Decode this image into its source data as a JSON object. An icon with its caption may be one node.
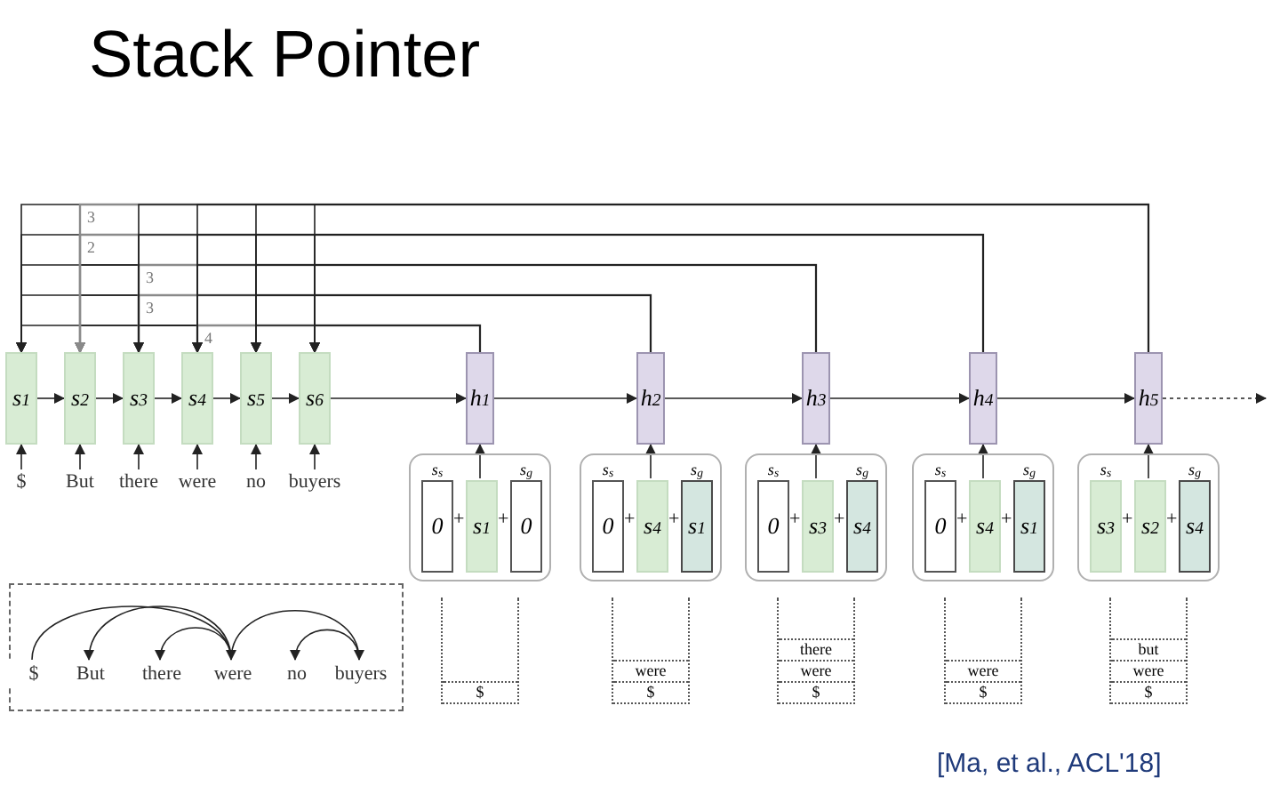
{
  "diagram": {
    "title": "Stack Pointer",
    "nodes": [
      {
        "text": [
          "s$_{1}$"
        ]
      },
      {
        "text": [
          "s$_{2}$"
        ]
      },
      {
        "text": [
          "s$_{3}$"
        ]
      },
      {
        "text": [
          "s$_{4}$"
        ]
      },
      {
        "text": [
          "s$_{5}$"
        ]
      },
      {
        "text": [
          "s$_{6}$"
        ]
      },
      {
        "text": [
          "$"
        ]
      },
      {
        "text": [
          "But"
        ]
      },
      {
        "text": [
          "there"
        ]
      },
      {
        "text": [
          "were"
        ]
      },
      {
        "text": [
          "no"
        ]
      },
      {
        "text": [
          "buyers"
        ]
      },
      {
        "text": [
          "h$_{1}$"
        ]
      },
      {
        "text": [
          "h$_{2}$"
        ]
      },
      {
        "text": [
          "h$_{3}$"
        ]
      },
      {
        "text": [
          "h$_{4}$"
        ]
      },
      {
        "text": [
          "h$_{5}$"
        ]
      },
      {
        "text": [],
        "shape": "box"
      },
      {
        "text": [],
        "shape": "box"
      },
      {
        "text": [],
        "shape": "box"
      },
      {
        "text": [],
        "shape": "box"
      },
      {
        "text": [],
        "shape": "box"
      },
      {
        "text": [
          "s$_{s}$",
          "0"
        ],
        "in": 17
      },
      {
        "text": [
          "s$_{1}$"
        ],
        "in": 17
      },
      {
        "text": [
          "s$_{g}$",
          "0"
        ],
        "in": 17
      },
      {
        "text": [
          "s$_{s}$",
          "0"
        ],
        "in": 18
      },
      {
        "text": [
          "s$_{4}$"
        ],
        "in": 18
      },
      {
        "text": [
          "s$_{g}$",
          "s$_{1}$"
        ],
        "in": 18
      },
      {
        "text": [
          "s$_{s}$",
          "0"
        ],
        "in": 19
      },
      {
        "text": [
          "s$_{3}$"
        ],
        "in": 19
      },
      {
        "text": [
          "s$_{g}$",
          "s$_{4}$"
        ],
        "in": 19
      },
      {
        "text": [
          "s$_{s}$",
          "0"
        ],
        "in": 20
      },
      {
        "text": [
          "s$_{4}$"
        ],
        "in": 20
      },
      {
        "text": [
          "s$_{g}$",
          "s$_{1}$"
        ],
        "in": 20
      },
      {
        "text": [
          "s$_{s}$",
          "s$_{3}$"
        ],
        "in": 21
      },
      {
        "text": [
          "s$_{2}$"
        ],
        "in": 21
      },
      {
        "text": [
          "s$_{g}$",
          "s$_{4}$"
        ],
        "in": 21
      },
      {
        "text": [
          "$"
        ]
      },
      {
        "text": [
          "were",
          "$"
        ]
      },
      {
        "text": [
          "there",
          "were",
          "$"
        ]
      },
      {
        "text": [
          "were",
          "$"
        ]
      },
      {
        "text": [
          "but",
          "were",
          "$"
        ]
      },
      {
        "text": [],
        "shape": "box"
      },
      {
        "text": [
          "$"
        ],
        "in": 42
      },
      {
        "text": [
          "But"
        ],
        "in": 42
      },
      {
        "text": [
          "there"
        ],
        "in": 42
      },
      {
        "text": [
          "were"
        ],
        "in": 42
      },
      {
        "text": [
          "no"
        ],
        "in": 42
      },
      {
        "text": [
          "buyers"
        ],
        "in": 42
      }
    ],
    "edges": [
      {
        "from": 6,
        "to": 0,
        "arrow": "to"
      },
      {
        "from": 7,
        "to": 1,
        "arrow": "to"
      },
      {
        "from": 8,
        "to": 2,
        "arrow": "to"
      },
      {
        "from": 9,
        "to": 3,
        "arrow": "to"
      },
      {
        "from": 10,
        "to": 4,
        "arrow": "to"
      },
      {
        "from": 11,
        "to": 5,
        "arrow": "to"
      },
      {
        "from": 0,
        "to": 1,
        "arrow": "to"
      },
      {
        "from": 1,
        "to": 2,
        "arrow": "to"
      },
      {
        "from": 2,
        "to": 3,
        "arrow": "to"
      },
      {
        "from": 3,
        "to": 4,
        "arrow": "to"
      },
      {
        "from": 4,
        "to": 5,
        "arrow": "to"
      },
      {
        "from": 5,
        "to": 12,
        "arrow": "to"
      },
      {
        "from": 12,
        "to": 13,
        "arrow": "to"
      },
      {
        "from": 13,
        "to": 14,
        "arrow": "to"
      },
      {
        "from": 14,
        "to": 15,
        "arrow": "to"
      },
      {
        "from": 15,
        "to": 16,
        "arrow": "to"
      },
      {
        "from": 16,
        "to": null,
        "arrow": "to",
        "style": "dashed"
      },
      {
        "from": 23,
        "to": 12,
        "arrow": "to"
      },
      {
        "from": 26,
        "to": 13,
        "arrow": "to"
      },
      {
        "from": 29,
        "to": 14,
        "arrow": "to"
      },
      {
        "from": 32,
        "to": 15,
        "arrow": "to"
      },
      {
        "from": 35,
        "to": 16,
        "arrow": "to"
      },
      {
        "from": 12,
        "to": 0,
        "arrow": "to"
      },
      {
        "from": 12,
        "to": 1,
        "arrow": "to"
      },
      {
        "from": 12,
        "to": 2,
        "arrow": "to"
      },
      {
        "from": 12,
        "to": 3,
        "arrow": "to",
        "label": "4",
        "color": "#8a8a8a"
      },
      {
        "from": 12,
        "to": 4,
        "arrow": "to"
      },
      {
        "from": 12,
        "to": 5,
        "arrow": "to"
      },
      {
        "from": 13,
        "to": 0,
        "arrow": "to"
      },
      {
        "from": 13,
        "to": 1,
        "arrow": "to"
      },
      {
        "from": 13,
        "to": 2,
        "arrow": "to",
        "label": "3",
        "color": "#8a8a8a"
      },
      {
        "from": 13,
        "to": 3,
        "arrow": "to"
      },
      {
        "from": 13,
        "to": 4,
        "arrow": "to"
      },
      {
        "from": 13,
        "to": 5,
        "arrow": "to"
      },
      {
        "from": 14,
        "to": 0,
        "arrow": "to"
      },
      {
        "from": 14,
        "to": 1,
        "arrow": "to"
      },
      {
        "from": 14,
        "to": 2,
        "arrow": "to",
        "label": "3",
        "color": "#8a8a8a"
      },
      {
        "from": 14,
        "to": 3,
        "arrow": "to"
      },
      {
        "from": 14,
        "to": 4,
        "arrow": "to"
      },
      {
        "from": 14,
        "to": 5,
        "arrow": "to"
      },
      {
        "from": 15,
        "to": 0,
        "arrow": "to"
      },
      {
        "from": 15,
        "to": 1,
        "arrow": "to",
        "label": "2",
        "color": "#8a8a8a"
      },
      {
        "from": 15,
        "to": 2,
        "arrow": "to"
      },
      {
        "from": 15,
        "to": 3,
        "arrow": "to"
      },
      {
        "from": 15,
        "to": 4,
        "arrow": "to"
      },
      {
        "from": 15,
        "to": 5,
        "arrow": "to"
      },
      {
        "from": 16,
        "to": 0,
        "arrow": "to"
      },
      {
        "from": 16,
        "to": 1,
        "arrow": "to",
        "label": "3",
        "color": "#8a8a8a"
      },
      {
        "from": 16,
        "to": 2,
        "arrow": "to"
      },
      {
        "from": 16,
        "to": 3,
        "arrow": "to"
      },
      {
        "from": 16,
        "to": 4,
        "arrow": "to"
      },
      {
        "from": 16,
        "to": 5,
        "arrow": "to"
      },
      {
        "from": 43,
        "to": 46,
        "arrow": "to"
      },
      {
        "from": 46,
        "to": 44,
        "arrow": "to"
      },
      {
        "from": 46,
        "to": 45,
        "arrow": "to"
      },
      {
        "from": 46,
        "to": 48,
        "arrow": "to"
      },
      {
        "from": 48,
        "to": 47,
        "arrow": "to"
      }
    ],
    "labels": [
      "+",
      "+",
      "+",
      "+",
      "+",
      "+",
      "+",
      "+",
      "+",
      "+",
      "[Ma, et al., ACL'18]"
    ]
  }
}
